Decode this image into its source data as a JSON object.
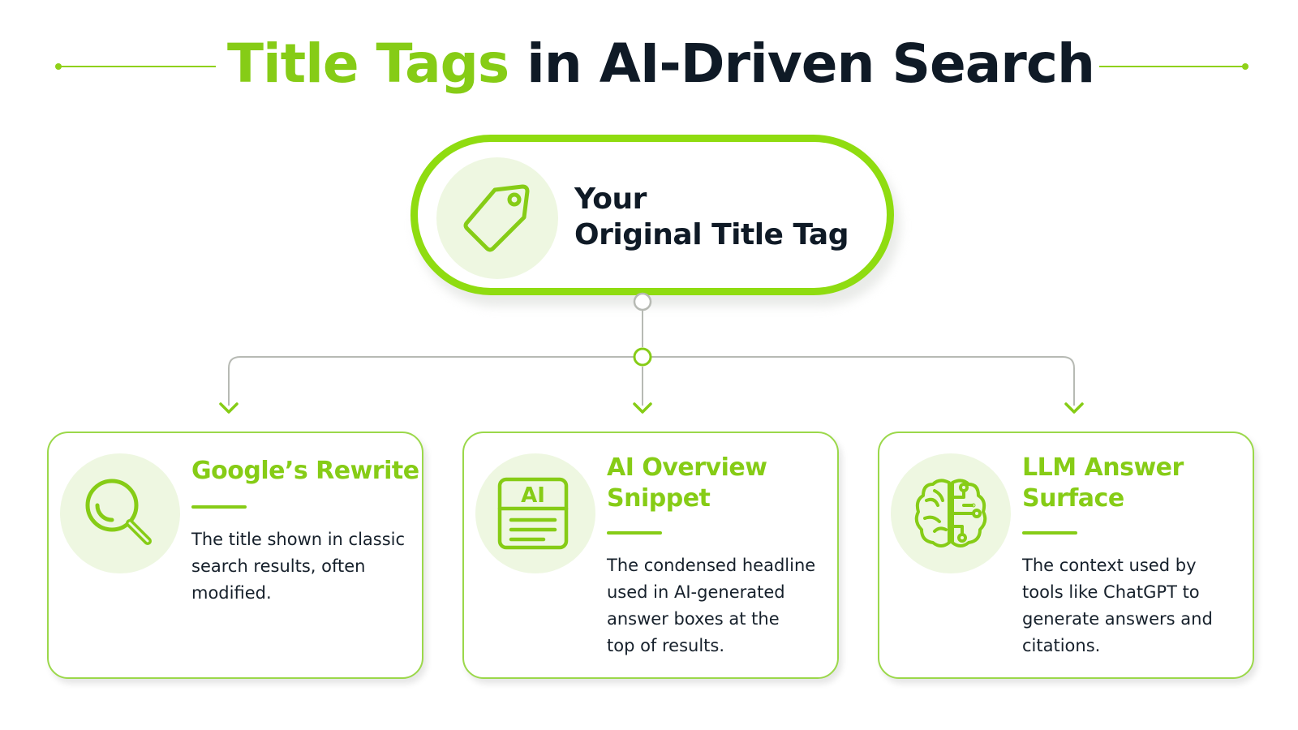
{
  "title": {
    "accent": "Title Tags",
    "main": "in AI-Driven Search"
  },
  "hub": {
    "label_lines": [
      "Your",
      "Original Title Tag"
    ],
    "icon": "tag-icon"
  },
  "cards": [
    {
      "icon": "magnifier-icon",
      "title_lines": [
        "Google’s Rewrite"
      ],
      "description_lines": [
        "The title shown in classic",
        "search results, often",
        "modified."
      ]
    },
    {
      "icon": "ai-document-icon",
      "icon_text": "AI",
      "title_lines": [
        "AI Overview",
        "Snippet"
      ],
      "description_lines": [
        "The condensed headline",
        "used in AI-generated",
        "answer boxes at the",
        "top of results."
      ]
    },
    {
      "icon": "brain-circuit-icon",
      "title_lines": [
        "LLM Answer",
        "Surface"
      ],
      "description_lines": [
        "The context used by",
        "tools like ChatGPT to",
        "generate answers and",
        "citations."
      ]
    }
  ],
  "colors": {
    "accent": "#86cc16",
    "accent_bright": "#8fdc10",
    "text_dark": "#0f1a26",
    "icon_bg": "#eef7e1",
    "connector": "#b7bab4"
  }
}
